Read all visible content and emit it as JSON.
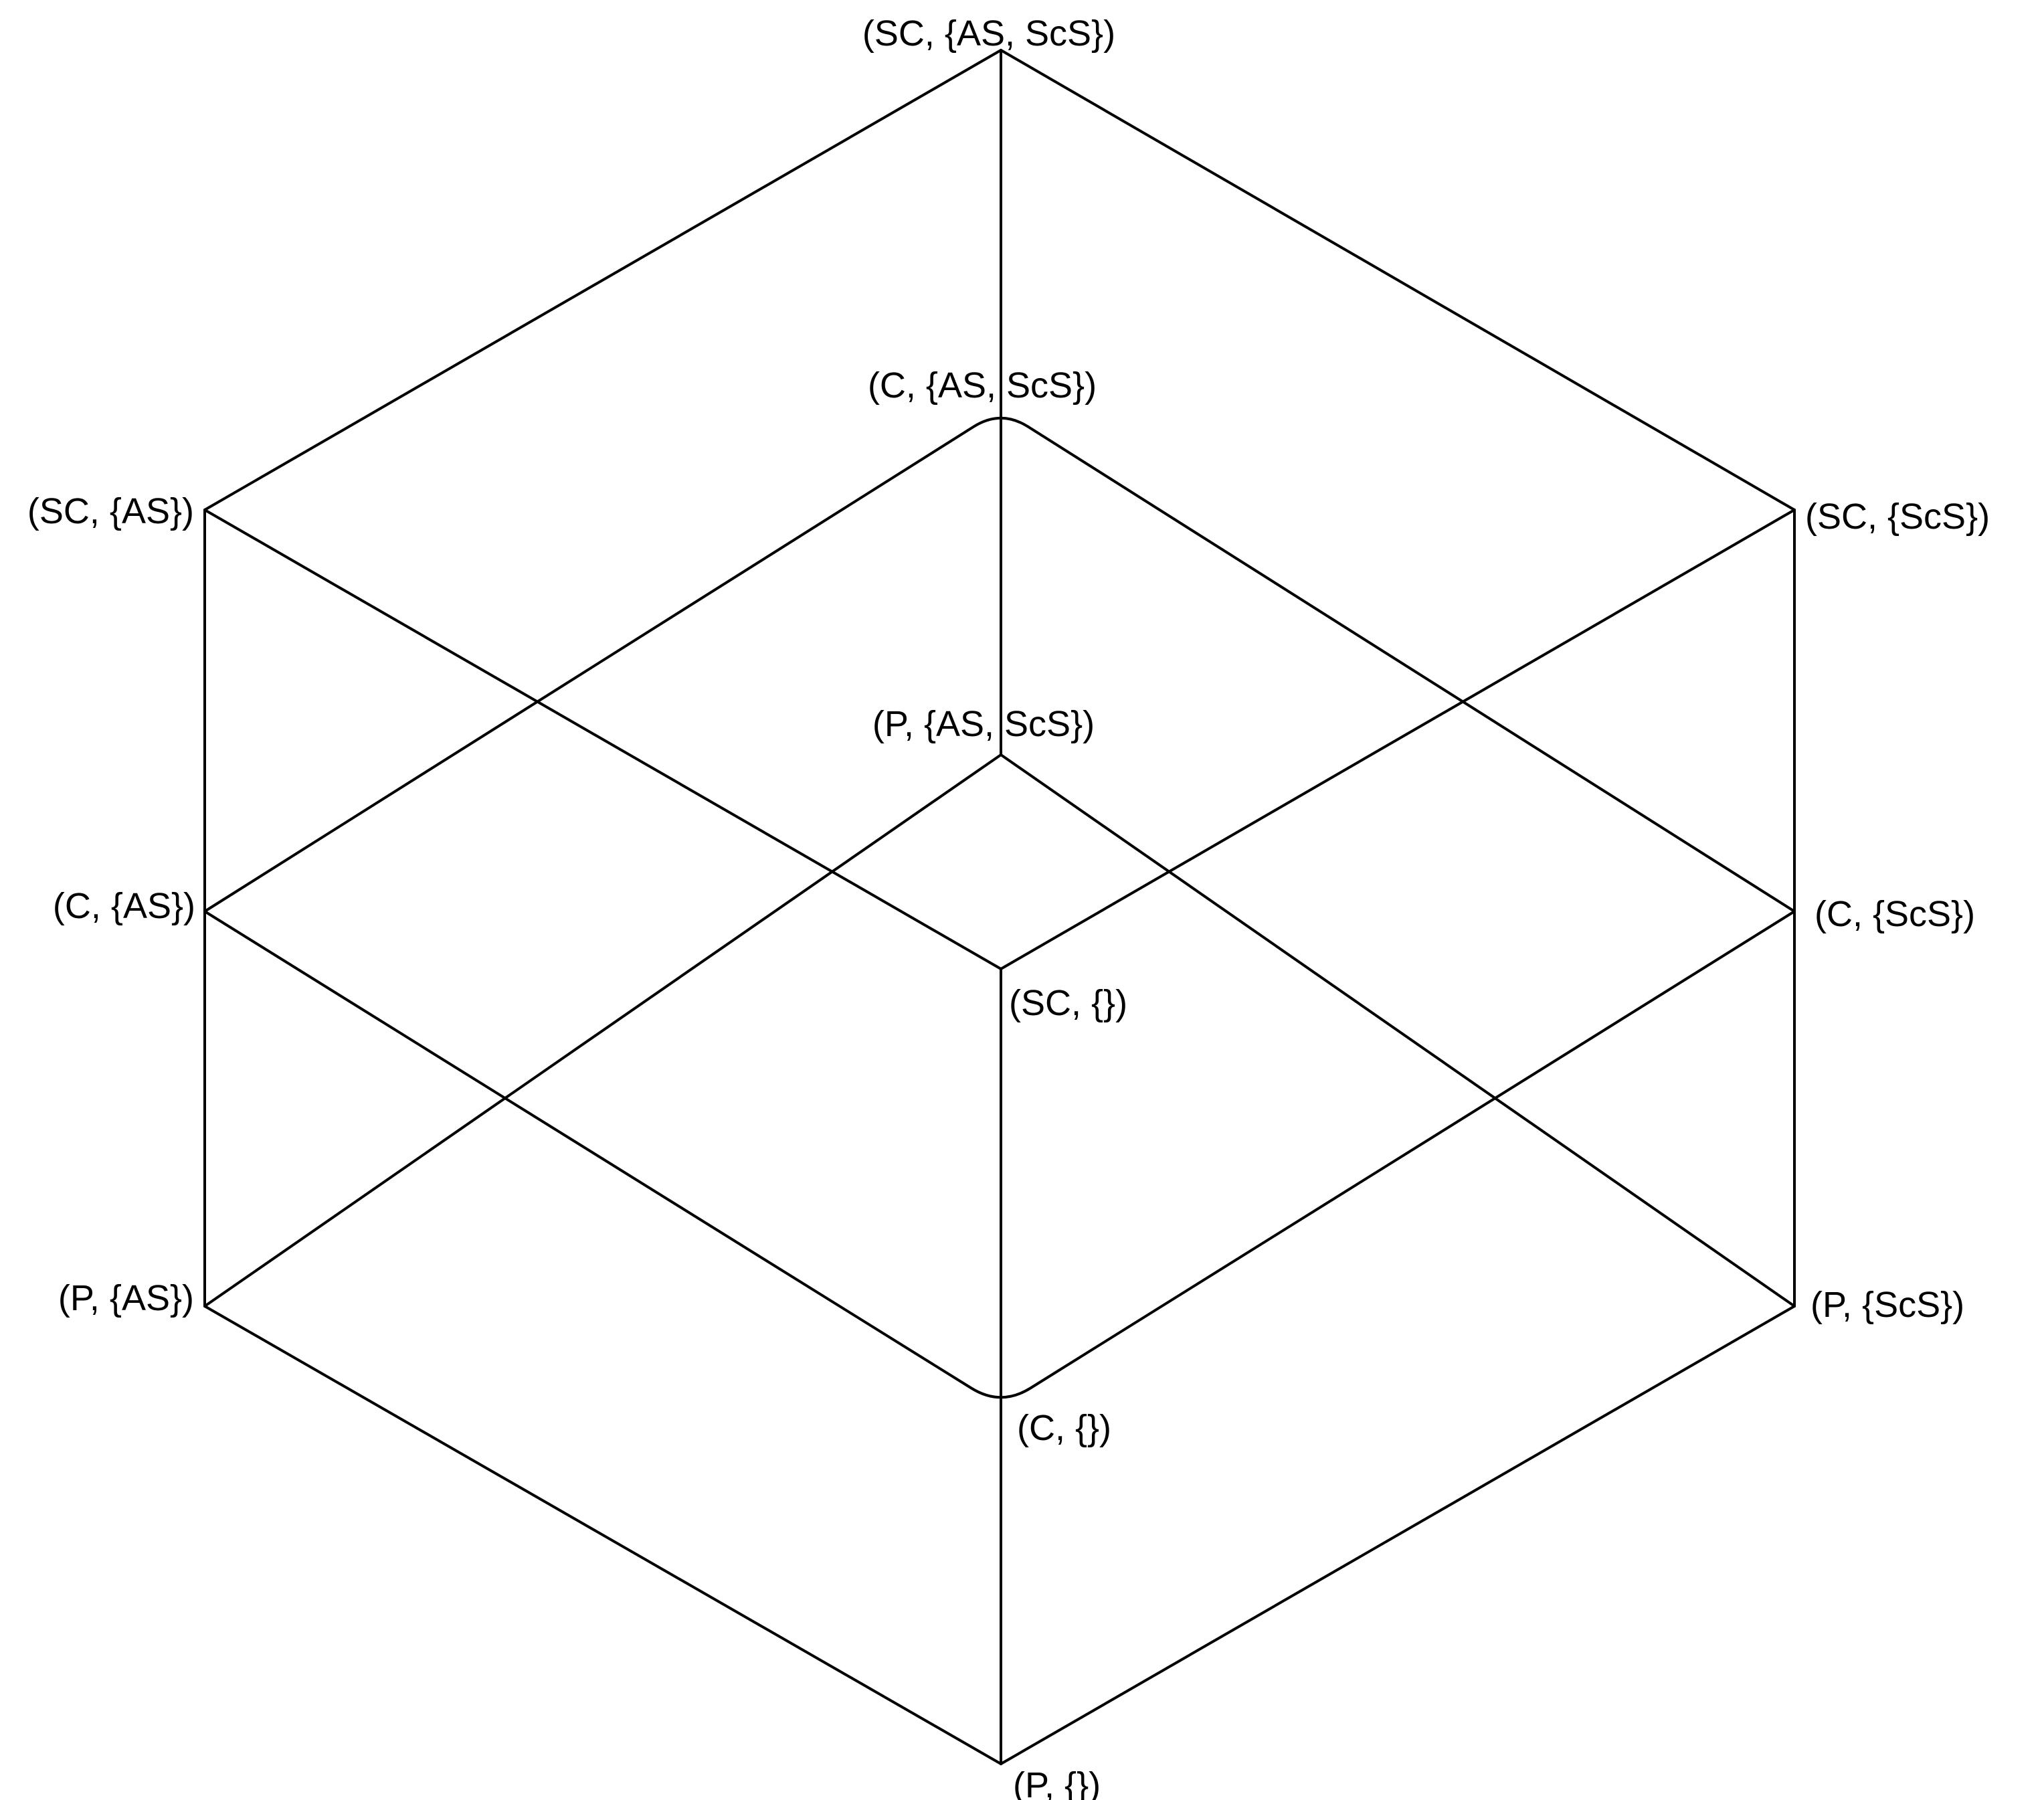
{
  "diagram": {
    "type": "lattice",
    "line_color": "#000000",
    "background": "#ffffff",
    "nodes": [
      {
        "id": "SC_AS_ScS",
        "label": "(SC, {AS, ScS})"
      },
      {
        "id": "C_AS_ScS",
        "label": "(C, {AS, ScS})"
      },
      {
        "id": "SC_AS",
        "label": "(SC, {AS})"
      },
      {
        "id": "SC_ScS",
        "label": "(SC, {ScS})"
      },
      {
        "id": "P_AS_ScS",
        "label": "(P, {AS, ScS})"
      },
      {
        "id": "C_AS",
        "label": "(C, {AS})"
      },
      {
        "id": "C_ScS",
        "label": "(C, {ScS})"
      },
      {
        "id": "SC_empty",
        "label": "(SC, {})"
      },
      {
        "id": "P_AS",
        "label": "(P, {AS})"
      },
      {
        "id": "P_ScS",
        "label": "(P, {ScS})"
      },
      {
        "id": "C_empty",
        "label": "(C, {})"
      },
      {
        "id": "P_empty",
        "label": "(P, {})"
      }
    ],
    "edges": [
      [
        "SC_AS_ScS",
        "SC_AS"
      ],
      [
        "SC_AS_ScS",
        "SC_ScS"
      ],
      [
        "SC_AS_ScS",
        "P_AS_ScS"
      ],
      [
        "SC_AS",
        "C_AS"
      ],
      [
        "SC_AS",
        "SC_empty"
      ],
      [
        "SC_ScS",
        "C_ScS"
      ],
      [
        "SC_ScS",
        "SC_empty"
      ],
      [
        "C_AS_ScS",
        "C_AS"
      ],
      [
        "C_AS_ScS",
        "C_ScS"
      ],
      [
        "P_AS_ScS",
        "P_AS"
      ],
      [
        "P_AS_ScS",
        "P_ScS"
      ],
      [
        "C_AS",
        "P_AS"
      ],
      [
        "C_AS",
        "C_empty"
      ],
      [
        "C_ScS",
        "P_ScS"
      ],
      [
        "C_ScS",
        "C_empty"
      ],
      [
        "SC_empty",
        "C_empty"
      ],
      [
        "P_AS",
        "P_empty"
      ],
      [
        "P_ScS",
        "P_empty"
      ],
      [
        "C_empty",
        "P_empty"
      ]
    ]
  }
}
